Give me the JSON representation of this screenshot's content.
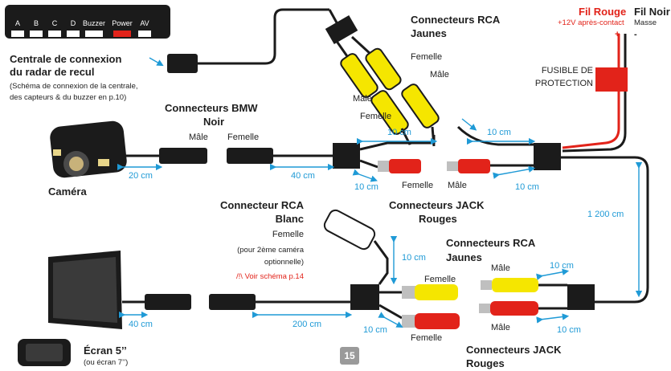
{
  "central": {
    "ports": [
      "A",
      "B",
      "C",
      "D",
      "Buzzer",
      "Power",
      "AV"
    ],
    "title_line1": "Centrale de connexion",
    "title_line2": "du radar de recul",
    "note_line1": "(Schéma de connexion de la centrale,",
    "note_line2": "des capteurs & du buzzer en p.10)"
  },
  "rca_yellow_top": {
    "title_line1": "Connecteurs RCA",
    "title_line2": "Jaunes",
    "femelle": "Femelle",
    "male": "Mâle",
    "male_left": "Mâle",
    "femelle_left": "Femelle"
  },
  "power": {
    "fil_rouge": "Fil Rouge",
    "fil_rouge_note": "+12V après-contact",
    "fil_noir": "Fil Noir",
    "fil_noir_note": "Masse",
    "plus": "+",
    "minus": "-",
    "fuse_line1": "FUSIBLE DE",
    "fuse_line2": "PROTECTION"
  },
  "bmw": {
    "title_line1": "Connecteurs BMW",
    "title_line2": "Noir",
    "male": "Mâle",
    "femelle": "Femelle"
  },
  "camera": {
    "label": "Caméra"
  },
  "jack_top": {
    "femelle": "Femelle",
    "male": "Mâle",
    "title_line1": "Connecteurs JACK",
    "title_line2": "Rouges"
  },
  "rca_white": {
    "title_line1": "Connecteur RCA",
    "title_line2": "Blanc",
    "femelle": "Femelle",
    "note_line1": "(pour 2ème caméra",
    "note_line2": "optionnelle)",
    "warning": "/!\\ Voir schéma p.14"
  },
  "rca_yellow_bottom": {
    "title_line1": "Connecteurs RCA",
    "title_line2": "Jaunes",
    "male": "Mâle",
    "femelle": "Femelle"
  },
  "jack_bottom": {
    "male": "Mâle",
    "femelle": "Femelle",
    "title_line1": "Connecteurs JACK",
    "title_line2": "Rouges"
  },
  "screen": {
    "label": "Écran 5’’",
    "note": "(ou écran 7’’)"
  },
  "lengths": {
    "cam_20": "20 cm",
    "bmw_40": "40 cm",
    "top_10a": "10 cm",
    "top_10b": "10 cm",
    "jack_10a": "10 cm",
    "jack_10b": "10 cm",
    "vert_1200": "1 200 cm",
    "white_10": "10 cm",
    "screen_40": "40 cm",
    "bottom_200": "200 cm",
    "bottom_10a": "10 cm",
    "rca_10": "10 cm",
    "bottom_10c": "10 cm"
  },
  "page": {
    "number": "15"
  },
  "colors": {
    "yellow": "#f5e600",
    "red": "#e2231a",
    "blue": "#1f9ad6",
    "black": "#1a1a1a"
  }
}
